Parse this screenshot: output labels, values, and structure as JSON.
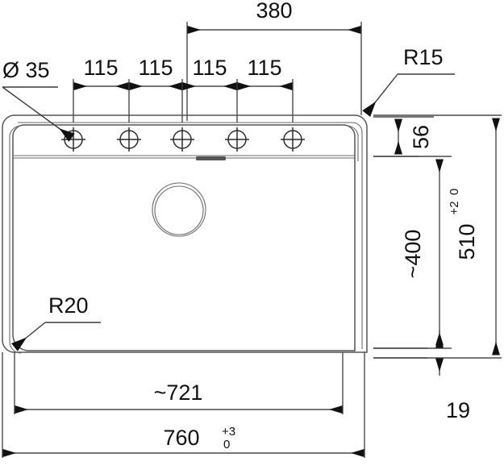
{
  "drawing": {
    "title": "Kitchen sink technical drawing (top view)",
    "units": "mm",
    "line_color": "#555555",
    "dim_color": "#4a4a4a",
    "text_color": "#111111",
    "background": "#ffffff"
  },
  "dimensions": {
    "tap_hole_diameter": "Ø 35",
    "tap_hole_spacing_1": "115",
    "tap_hole_spacing_2": "115",
    "tap_hole_spacing_3": "115",
    "tap_hole_spacing_4": "115",
    "span_380": "380",
    "corner_radius_outer": "R15",
    "corner_radius_bowl": "R20",
    "ledge_depth_56": "56",
    "bowl_depth_approx": "~400",
    "overall_depth": "510",
    "overall_depth_tol_upper": "+2",
    "overall_depth_tol_lower": "0",
    "bottom_offset": "19",
    "bowl_width_approx": "~721",
    "overall_width": "760",
    "overall_width_tol_upper": "+3",
    "overall_width_tol_lower": "0"
  },
  "features": {
    "tap_holes_count": 5,
    "drain_label": "drain-opening",
    "overflow_label": "overflow-slot"
  },
  "chart_data": {
    "type": "table",
    "title": "Sink dimension callouts",
    "categories": [
      "Ø 35",
      "115",
      "115",
      "115",
      "115",
      "380",
      "R15",
      "R20",
      "56",
      "~400",
      "510 +2/0",
      "19",
      "~721",
      "760 +3/0"
    ],
    "values": [
      35,
      115,
      115,
      115,
      115,
      380,
      15,
      20,
      56,
      400,
      510,
      19,
      721,
      760
    ]
  }
}
